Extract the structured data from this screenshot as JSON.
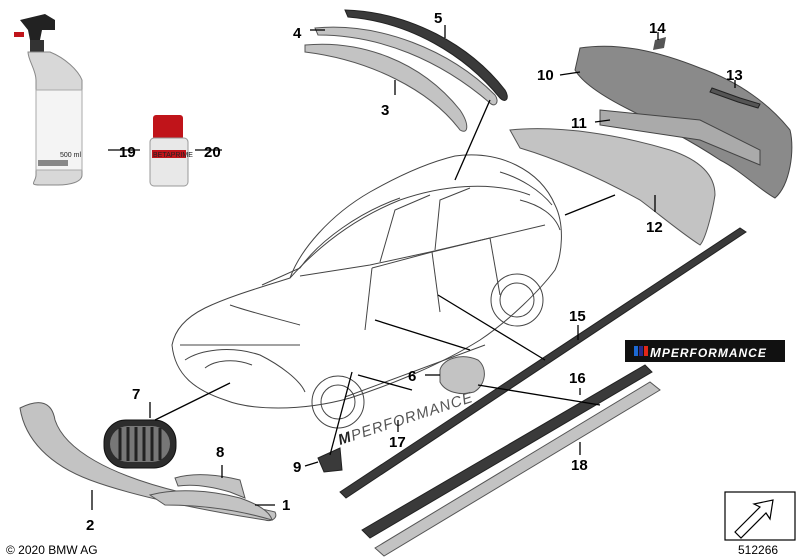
{
  "diagram": {
    "parts": [
      {
        "number": "1"
      },
      {
        "number": "2"
      },
      {
        "number": "3"
      },
      {
        "number": "4"
      },
      {
        "number": "5"
      },
      {
        "number": "6"
      },
      {
        "number": "7"
      },
      {
        "number": "8"
      },
      {
        "number": "9"
      },
      {
        "number": "10"
      },
      {
        "number": "11"
      },
      {
        "number": "12"
      },
      {
        "number": "13"
      },
      {
        "number": "14"
      },
      {
        "number": "15"
      },
      {
        "number": "16"
      },
      {
        "number": "17"
      },
      {
        "number": "18"
      },
      {
        "number": "19"
      },
      {
        "number": "20"
      }
    ],
    "decal_text": "PERFORMANCE",
    "copyright": "© 2020 BMW AG",
    "diagram_id": "512266",
    "bottle_label": "500 ml",
    "primer_label": "BETAPRIME"
  },
  "colors": {
    "part_fill": "#c3c3c3",
    "dark_fill": "#3a3a3a",
    "m_blue": "#1c69d4",
    "m_darkblue": "#2a2a8a",
    "m_red": "#e22718"
  }
}
